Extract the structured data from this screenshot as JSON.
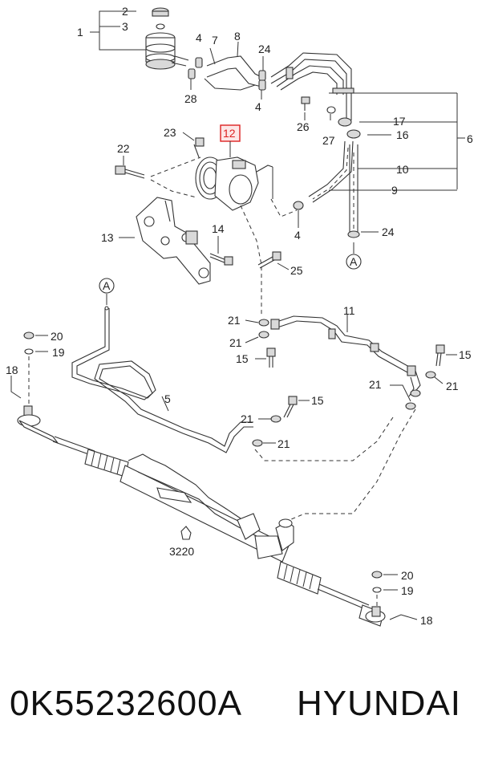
{
  "callouts": {
    "n1": "1",
    "n2": "2",
    "n3": "3",
    "n4a": "4",
    "n4b": "4",
    "n4c": "4",
    "n5": "5",
    "n6": "6",
    "n7": "7",
    "n8": "8",
    "n9": "9",
    "n10": "10",
    "n11": "11",
    "n12": "12",
    "n13": "13",
    "n14": "14",
    "n15a": "15",
    "n15b": "15",
    "n15c": "15",
    "n16": "16",
    "n17": "17",
    "n18a": "18",
    "n18b": "18",
    "n19a": "19",
    "n19b": "19",
    "n20a": "20",
    "n20b": "20",
    "n21a": "21",
    "n21b": "21",
    "n21c": "21",
    "n21d": "21",
    "n21e": "21",
    "n21f": "21",
    "n22": "22",
    "n23": "23",
    "n24a": "24",
    "n24b": "24",
    "n25": "25",
    "n26": "26",
    "n27": "27",
    "n28": "28",
    "n3220": "3220"
  },
  "connectors": {
    "a_top": "A",
    "a_bottom": "A"
  },
  "footer": {
    "part_code": "0K55232600A",
    "brand": "HYUNDAI"
  },
  "colors": {
    "highlight": "#d22222",
    "line": "#333333"
  }
}
